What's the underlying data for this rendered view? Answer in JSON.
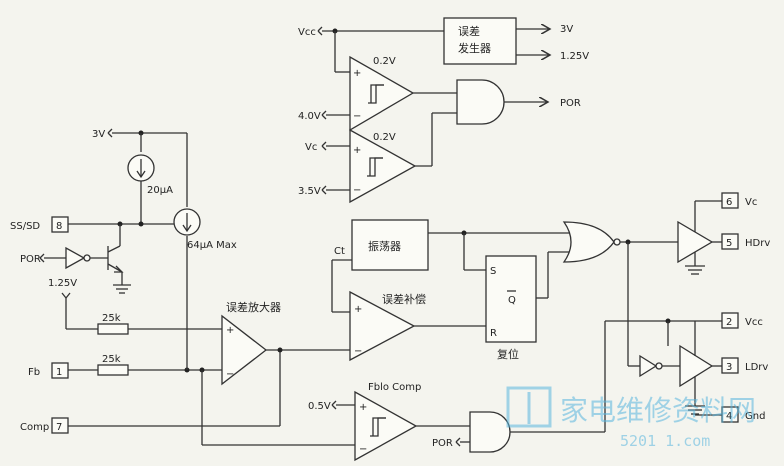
{
  "pins": {
    "ss_sd": {
      "num": "8",
      "label": "SS/SD"
    },
    "fb": {
      "num": "1",
      "label": "Fb"
    },
    "comp": {
      "num": "7",
      "label": "Comp"
    },
    "vc_hi": {
      "num": "6",
      "label": "Vc"
    },
    "hdrv": {
      "num": "5",
      "label": "HDrv"
    },
    "vcc": {
      "num": "2",
      "label": "Vcc"
    },
    "ldrv": {
      "num": "3",
      "label": "LDrv"
    },
    "gnd": {
      "num": "4",
      "label": "Gnd"
    }
  },
  "signals": {
    "vcc_in": "Vcc",
    "out_3v": "3V",
    "out_125v": "1.25V",
    "por_out": "POR",
    "v40": "4.0V",
    "vc_in": "Vc",
    "v35": "3.5V",
    "hyst_02a": "0.2V",
    "hyst_02b": "0.2V",
    "v3_in": "3V",
    "por_in": "POR",
    "v125_ref": "1.25V",
    "v05": "0.5V",
    "por_in2": "POR",
    "ct": "Ct"
  },
  "blocks": {
    "error_gen": [
      "误差",
      "发生器"
    ],
    "oscillator": "振荡器",
    "error_amp": "误差放大器",
    "error_comp": "误差补偿",
    "reset": "复位",
    "fblo_comp": "Fblo Comp",
    "sr_s": "S",
    "sr_q": "Q",
    "sr_r": "R"
  },
  "values": {
    "i_20": "20μA",
    "i_64": "64μA Max",
    "r1": "25k",
    "r2": "25k"
  },
  "watermark": {
    "text": "家电维修资料网",
    "url": "5201 1.com"
  }
}
